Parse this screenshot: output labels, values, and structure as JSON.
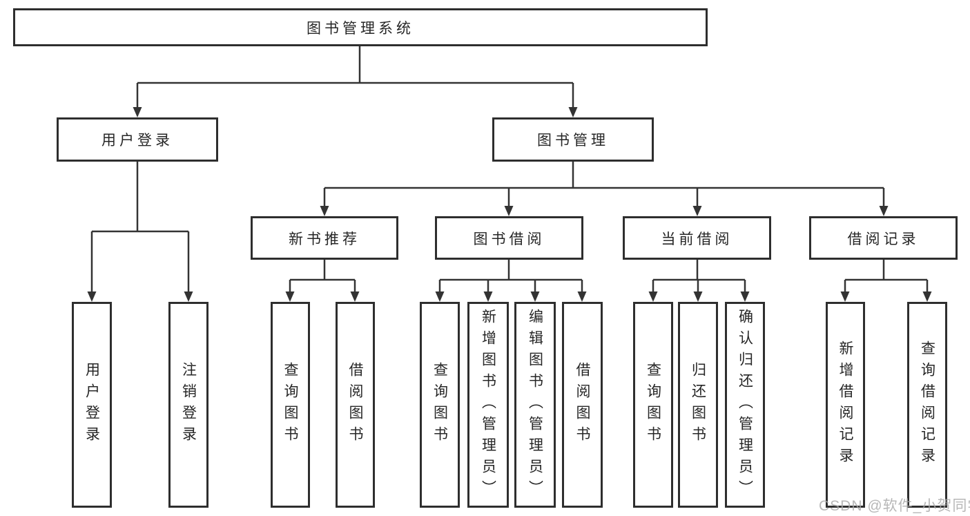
{
  "colors": {
    "border": "#2e2e2e",
    "line": "#333333",
    "text": "#262626",
    "watermark": "#a8a8a8"
  },
  "watermark": {
    "text": "CSDN @软件_小贺同学"
  },
  "tree": {
    "root": {
      "label": "图书管理系统"
    },
    "branches": [
      {
        "label": "用户登录",
        "children": [
          {
            "label": "用户登录"
          },
          {
            "label": "注销登录"
          }
        ]
      },
      {
        "label": "图书管理",
        "children": [
          {
            "label": "新书推荐",
            "children": [
              {
                "label": "查询图书"
              },
              {
                "label": "借阅图书"
              }
            ]
          },
          {
            "label": "图书借阅",
            "children": [
              {
                "label": "查询图书"
              },
              {
                "label": "新增图书（管理员）"
              },
              {
                "label": "编辑图书（管理员）"
              },
              {
                "label": "借阅图书"
              }
            ]
          },
          {
            "label": "当前借阅",
            "children": [
              {
                "label": "查询图书"
              },
              {
                "label": "归还图书"
              },
              {
                "label": "确认归还（管理员）"
              }
            ]
          },
          {
            "label": "借阅记录",
            "children": [
              {
                "label": "新增借阅记录"
              },
              {
                "label": "查询借阅记录"
              }
            ]
          }
        ]
      }
    ]
  }
}
